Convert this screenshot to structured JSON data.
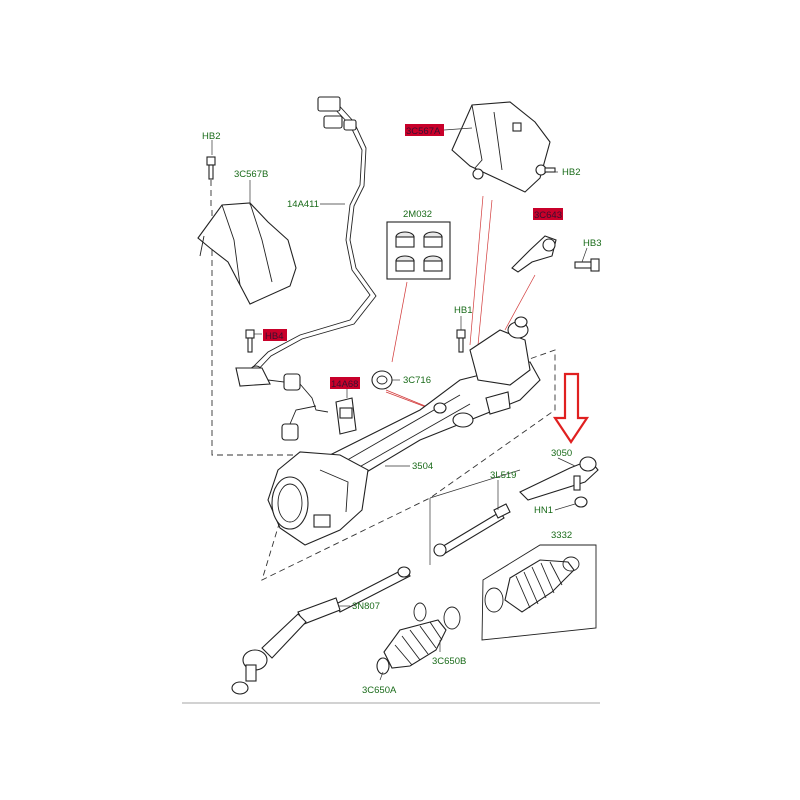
{
  "callouts": {
    "hb2_left": "HB2",
    "c567b": "3C567B",
    "a411": "14A411",
    "c567a": "3C567A",
    "hb2_right": "HB2",
    "m032": "2M032",
    "c6xx": "3C643",
    "hb3": "HB3",
    "hb1": "HB1",
    "hb4": "HB4",
    "c716": "3C716",
    "a14": "14A68",
    "p3504": "3504",
    "p3050": "3050",
    "l519": "3L519",
    "hn1": "HN1",
    "p3332": "3332",
    "n807": "3N807",
    "c650b": "3C650B",
    "c650a": "3C650A"
  },
  "colors": {
    "label_text": "#1a6b1a",
    "highlight": "#c8002a",
    "arrow": "#e02020"
  }
}
